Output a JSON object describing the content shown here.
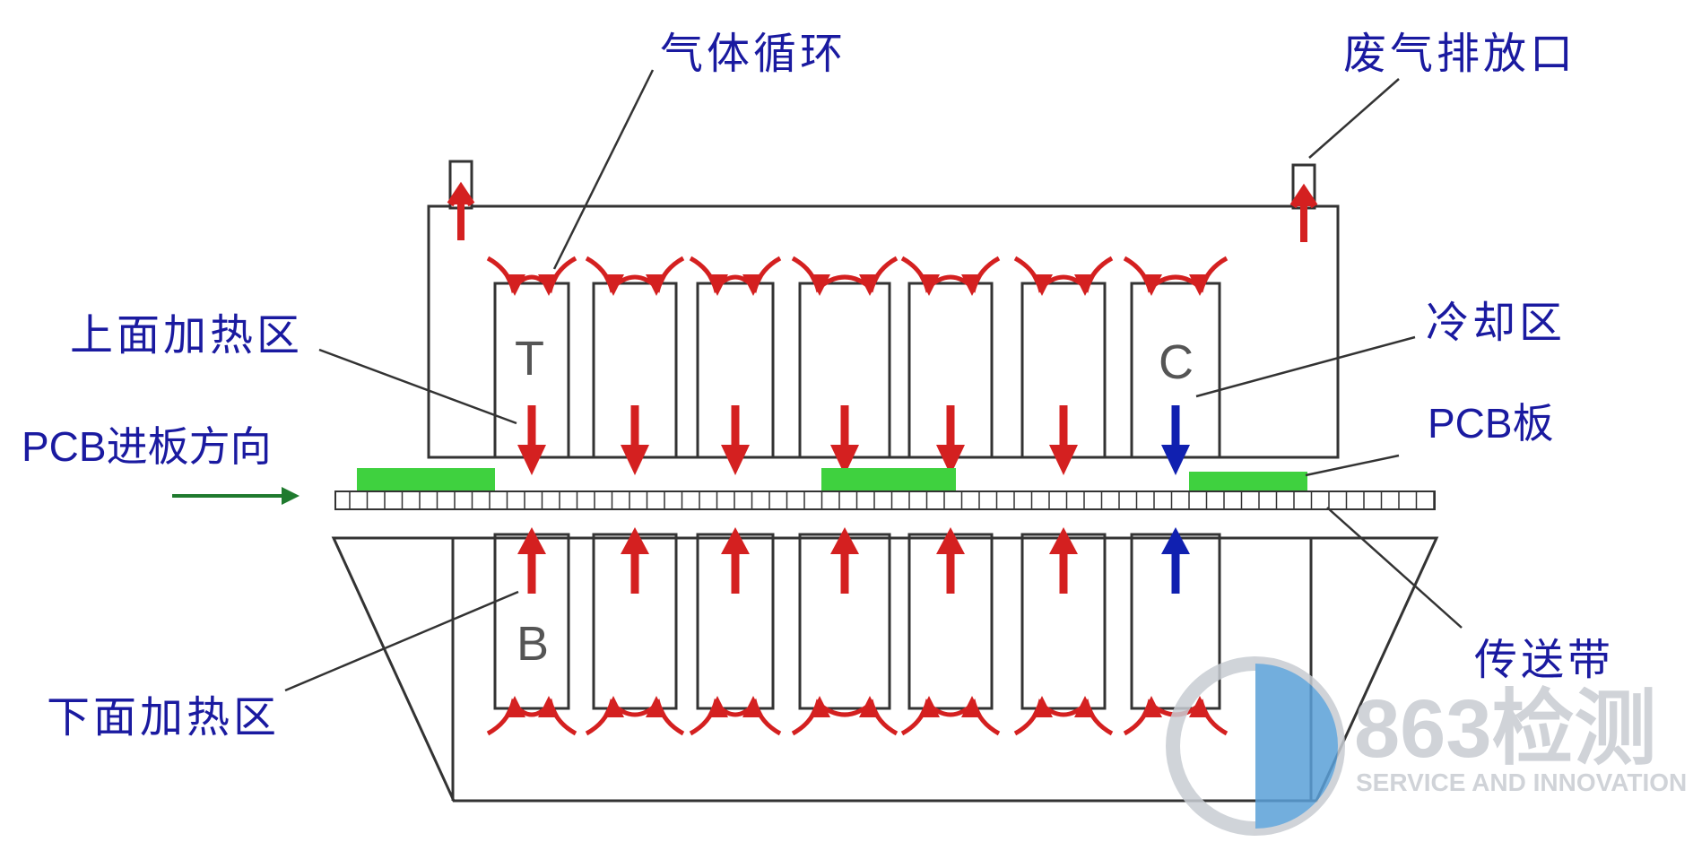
{
  "labels": {
    "gas_circulation": "气体循环",
    "exhaust_outlet": "废气排放口",
    "upper_heating_zone": "上面加热区",
    "cooling_zone": "冷却区",
    "pcb_entry_direction": "PCB进板方向",
    "pcb_board": "PCB板",
    "conveyor_belt": "传送带",
    "lower_heating_zone": "下面加热区"
  },
  "zone_letters": {
    "top": "T",
    "cooling": "C",
    "bottom": "B"
  },
  "heating_zone_count": 6,
  "cooling_zone_count": 1,
  "watermark": {
    "brand": "863检测",
    "tagline": "SERVICE AND INNOVATION"
  },
  "colors": {
    "label_text": "#1a1aa0",
    "heating_arrow": "#d42020",
    "cooling_arrow": "#1020b0",
    "pcb_board": "#3fd13f",
    "entry_arrow": "#1f7a2e",
    "outline": "#333333"
  }
}
